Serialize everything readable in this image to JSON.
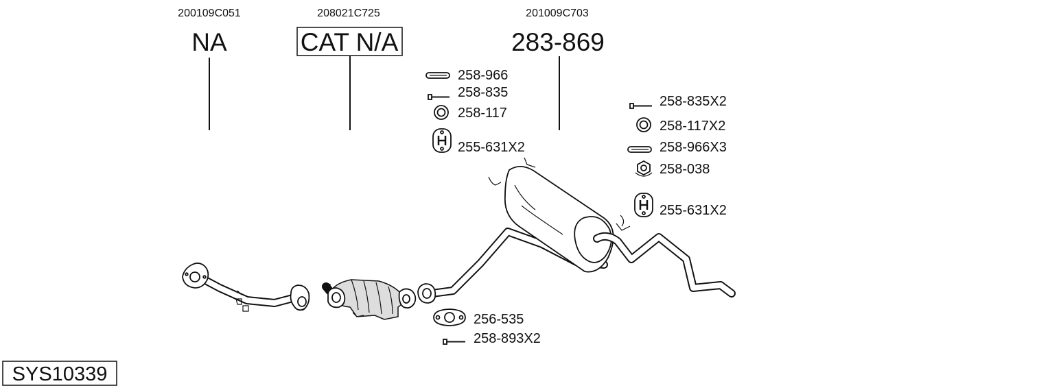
{
  "assemblies": [
    {
      "id": "front-pipe",
      "oem": "200109C051",
      "part": "NA",
      "boxed": false
    },
    {
      "id": "catalyst",
      "oem": "208021C725",
      "part": "CAT N/A",
      "boxed": true
    },
    {
      "id": "rear-silencer",
      "oem": "201009C703",
      "part": "283-869",
      "boxed": false
    }
  ],
  "fittings_middle": [
    {
      "icon": "sleeve-icon",
      "label": "258-966"
    },
    {
      "icon": "bolt-icon",
      "label": "258-835"
    },
    {
      "icon": "ring-gasket-icon",
      "label": "258-117"
    },
    {
      "icon": "rubber-hanger-icon",
      "label": "255-631X2"
    }
  ],
  "fittings_right": [
    {
      "icon": "bolt-icon",
      "label": "258-835X2"
    },
    {
      "icon": "ring-gasket-icon",
      "label": "258-117X2"
    },
    {
      "icon": "sleeve-icon",
      "label": "258-966X3"
    },
    {
      "icon": "nut-icon",
      "label": "258-038"
    },
    {
      "icon": "rubber-hanger-icon",
      "label": "255-631X2"
    }
  ],
  "fittings_bottom": [
    {
      "icon": "flange-gasket-icon",
      "label": "256-535"
    },
    {
      "icon": "bolt-icon",
      "label": "258-893X2"
    }
  ],
  "system_code": "SYS10339"
}
